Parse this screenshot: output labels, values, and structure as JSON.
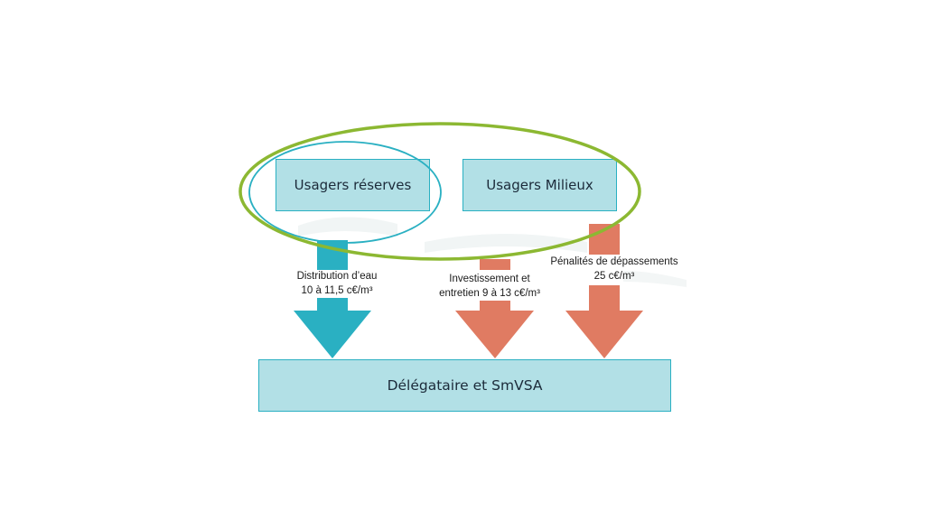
{
  "colors": {
    "teal_arrow": "#2ab0c2",
    "orange_arrow": "#e07b62",
    "box_fill": "#b2e0e6",
    "box_border": "#2ab0c2",
    "green_ellipse": "#8cb832",
    "teal_ellipse": "#2ab0c2"
  },
  "nodes": {
    "reserves": "Usagers réserves",
    "milieux": "Usagers Milieux",
    "delegataire": "Délégataire et SmVSA"
  },
  "flows": {
    "distribution": {
      "line1": "Distribution d’eau",
      "line2": "10 à 11,5 c€/m³",
      "color": "teal"
    },
    "investissement": {
      "line1": "Investissement et",
      "line2": "entretien 9 à 13 c€/m³",
      "color": "orange"
    },
    "penalites": {
      "line1": "Pénalités de dépassements",
      "line2": "25 c€/m³",
      "color": "orange"
    }
  }
}
